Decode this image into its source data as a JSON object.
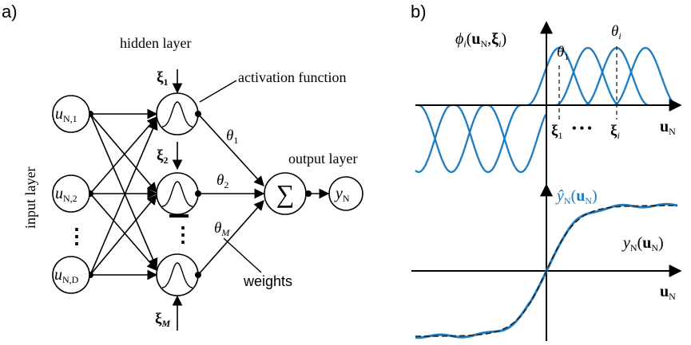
{
  "panel_a": {
    "label": "a)",
    "hidden_layer": "hidden layer",
    "activation_function": "activation function",
    "output_layer": "output layer",
    "input_layer": "input layer",
    "weights": "weights",
    "sum_symbol": "∑",
    "dots": "⋮",
    "inputs": [
      {
        "main": "u",
        "sub": "N,1"
      },
      {
        "main": "u",
        "sub": "N,2"
      },
      {
        "main": "u",
        "sub": "N,D"
      }
    ],
    "centers": [
      {
        "main": "ξ",
        "sub": "1"
      },
      {
        "main": "ξ",
        "sub": "2"
      },
      {
        "main": "ξ",
        "sub": "M"
      }
    ],
    "weight_labels": [
      {
        "main": "θ",
        "sub": "1"
      },
      {
        "main": "θ",
        "sub": "2"
      },
      {
        "main": "θ",
        "sub": "M"
      }
    ],
    "output": {
      "main": "y",
      "sub": "N"
    }
  },
  "panel_b": {
    "label": "b)",
    "phi_label": {
      "phi": "ϕ",
      "i": "i",
      "open": "(",
      "u": "u",
      "n": "N",
      "comma": ",",
      "xi": "ξ",
      "close": ")"
    },
    "theta1": {
      "main": "θ",
      "sub": "1"
    },
    "thetai": {
      "main": "θ",
      "sub": "i"
    },
    "xi1": {
      "main": "ξ",
      "sub": "1"
    },
    "xii": {
      "main": "ξ",
      "sub": "i"
    },
    "ellipsis": "• • •",
    "axis_label": {
      "main": "u",
      "sub": "N"
    },
    "yhat_label": {
      "main": "ŷ",
      "sub": "N",
      "arg_open": "(",
      "arg": "u",
      "arg_sub": "N",
      "arg_close": ")"
    },
    "y_label": {
      "main": "y",
      "sub": "N",
      "arg_open": "(",
      "arg": "u",
      "arg_sub": "N",
      "arg_close": ")"
    }
  },
  "colors": {
    "curve_blue": "#1c7cc2",
    "ink": "#000000",
    "dash": "#222222"
  }
}
